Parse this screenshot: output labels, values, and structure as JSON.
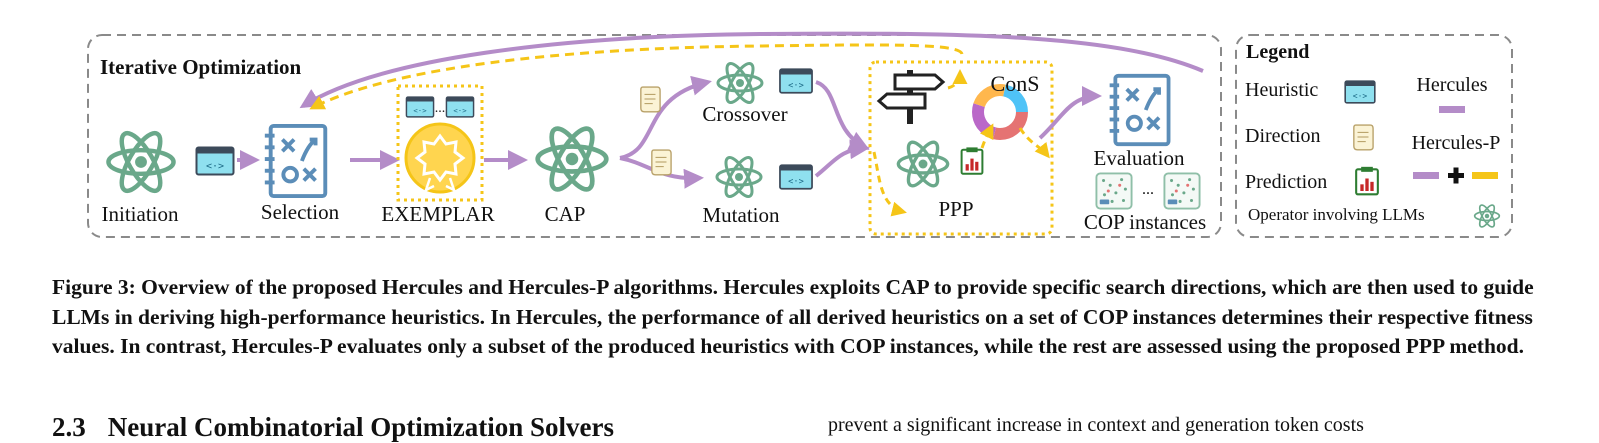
{
  "panel": {
    "title": "Iterative Optimization"
  },
  "nodes": {
    "initiation": "Initiation",
    "selection": "Selection",
    "exemplar": "EXEMPLAR",
    "cap": "CAP",
    "crossover": "Crossover",
    "mutation": "Mutation",
    "cons": "ConS",
    "ppp": "PPP",
    "evaluation": "Evaluation",
    "cop_instances": "COP instances",
    "ellipsis": "..."
  },
  "legend": {
    "title": "Legend",
    "heuristic": "Heuristic",
    "direction": "Direction",
    "prediction": "Prediction",
    "hercules": "Hercules",
    "hercules_p": "Hercules-P",
    "operator_llm": "Operator involving LLMs"
  },
  "colors": {
    "hercules_purple": "#b48cc8",
    "hercules_p_yellow": "#f5c518",
    "atom_green": "#6aa88a",
    "heuristic_teal": "#4fc3d9",
    "evaluation_blue": "#5b8db8",
    "prediction_red": "#c62828"
  },
  "caption": {
    "text": "Figure 3: Overview of the proposed Hercules and Hercules-P algorithms. Hercules exploits CAP to provide specific search directions, which are then used to guide LLMs in deriving high-performance heuristics. In Hercules, the performance of all derived heuristics on a set of COP instances determines their respective fitness values. In contrast, Hercules-P evaluates only a subset of the produced heuristics with COP instances, while the rest are assessed using the proposed PPP method."
  },
  "section": {
    "number": "2.3",
    "title": "Neural Combinatorial Optimization Solvers"
  },
  "body_text": "prevent a significant increase in context and generation token costs"
}
